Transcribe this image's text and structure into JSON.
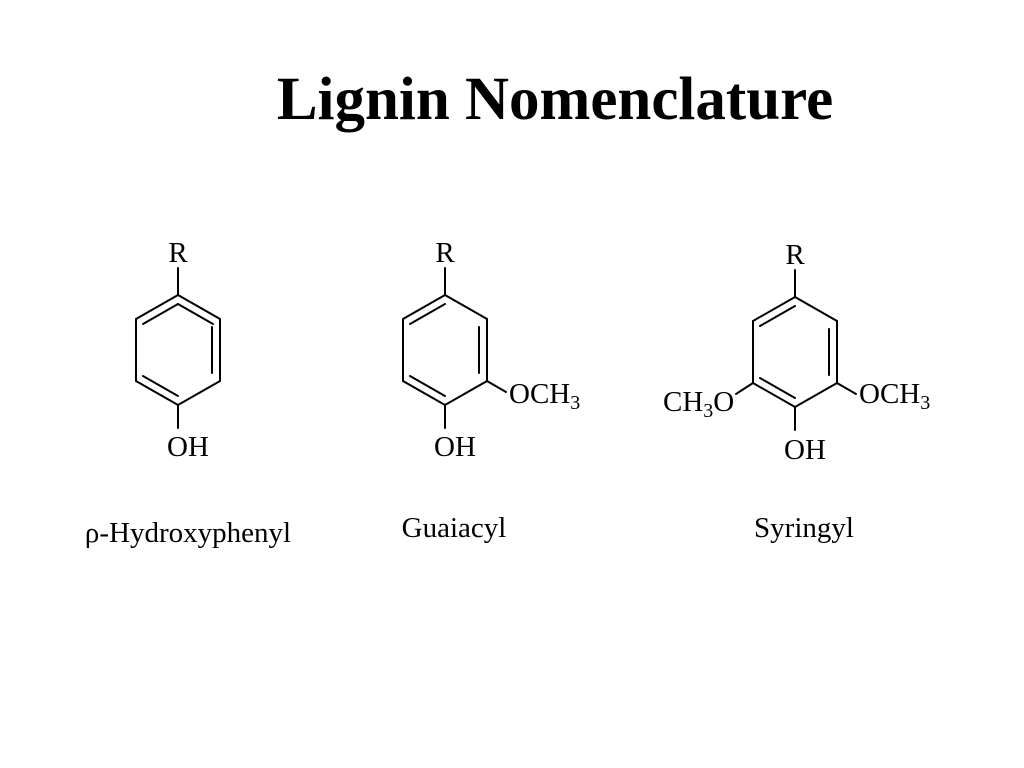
{
  "title": "Lignin Nomenclature",
  "structures": [
    {
      "name": "ρ-Hydroxyphenyl",
      "substituents": {
        "top": "R",
        "bottom": "OH"
      }
    },
    {
      "name": "Guaiacyl",
      "substituents": {
        "top": "R",
        "bottom": "OH",
        "right_main": "OCH",
        "right_sub": "3"
      }
    },
    {
      "name": "Syringyl",
      "substituents": {
        "top": "R",
        "bottom": "OH",
        "right_main": "OCH",
        "right_sub": "3",
        "left_pre": "CH",
        "left_sub": "3",
        "left_post": "O"
      }
    }
  ]
}
